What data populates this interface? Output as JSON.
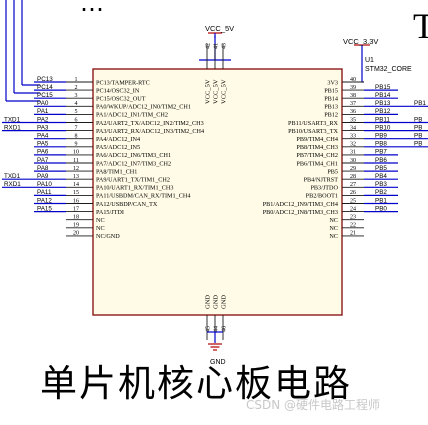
{
  "title_fragment": "…",
  "corner_glyph": "T",
  "caption": "单片机核心板电路",
  "watermark": "CSDN @硬件电路工程师",
  "power": {
    "vcc5": "VCC_5V",
    "vcc33": "VCC_3.3V",
    "gnd": "GND"
  },
  "chip": {
    "designator": "U1",
    "part": "STM32_CORE"
  },
  "left_pins": [
    {
      "num": "1",
      "name": "PC13/TAMPER-RTC",
      "net": "PC13"
    },
    {
      "num": "2",
      "name": "PC14/OSC32_IN",
      "net": "PC14"
    },
    {
      "num": "3",
      "name": "PC15/OSC32_OUT",
      "net": "PC15"
    },
    {
      "num": "4",
      "name": "PA0/WKUP/ADC12_IN0/TIM2_CH1",
      "net": "PA0"
    },
    {
      "num": "5",
      "name": "PA1/ADC12_IN1/TIM_CH2",
      "net": "PA1"
    },
    {
      "num": "6",
      "name": "PA2/UART2_TX/ADC12_IN2/TIM2_CH3",
      "net": "PA2",
      "ext": "TXD1"
    },
    {
      "num": "7",
      "name": "PA3/UART2_RX/ADC12_IN3/TIM2_CH4",
      "net": "PA3",
      "ext": "RXD1"
    },
    {
      "num": "8",
      "name": "PA4/ADC12_IN4",
      "net": "PA4"
    },
    {
      "num": "9",
      "name": "PA5/ADC12_IN5",
      "net": "PA5"
    },
    {
      "num": "10",
      "name": "PA6/ADC12_IN6/TIM3_CH1",
      "net": "PA6"
    },
    {
      "num": "11",
      "name": "PA7/ADC12_IN7/TIM3_CH2",
      "net": "PA7"
    },
    {
      "num": "12",
      "name": "PA8/TIM1_CH1",
      "net": "PA8"
    },
    {
      "num": "13",
      "name": "PA9/UART1_TX/TIM1_CH2",
      "net": "PA9",
      "ext": "TXD1"
    },
    {
      "num": "14",
      "name": "PA10/UART1_RX/TIM1_CH3",
      "net": "PA10",
      "ext": "RXD1"
    },
    {
      "num": "15",
      "name": "PA11/USBDM/CAN_RX/TIM1_CH4",
      "net": "PA11"
    },
    {
      "num": "16",
      "name": "PA12/USBDP/CAN_TX",
      "net": "PA12"
    },
    {
      "num": "17",
      "name": "PA15/JTDI",
      "net": "PA15"
    },
    {
      "num": "18",
      "name": "NC",
      "net": ""
    },
    {
      "num": "19",
      "name": "NC",
      "net": ""
    },
    {
      "num": "20",
      "name": "NC/GND",
      "net": ""
    }
  ],
  "right_pins": [
    {
      "num": "40",
      "name": "3V3",
      "net": ""
    },
    {
      "num": "39",
      "name": "PB15",
      "net": "PB15"
    },
    {
      "num": "38",
      "name": "PB14",
      "net": "PB14"
    },
    {
      "num": "37",
      "name": "PB13",
      "net": "PB13"
    },
    {
      "num": "36",
      "name": "PB12",
      "net": "PB12"
    },
    {
      "num": "35",
      "name": "PB11/USART3_RX",
      "net": "PB11"
    },
    {
      "num": "34",
      "name": "PB10/USART3_TX",
      "net": "PB10"
    },
    {
      "num": "33",
      "name": "PB9/TIM4_CH4",
      "net": "PB9"
    },
    {
      "num": "32",
      "name": "PB8/TIM4_CH3",
      "net": "PB8"
    },
    {
      "num": "31",
      "name": "PB7/TIM4_CH2",
      "net": "PB7"
    },
    {
      "num": "30",
      "name": "PB6/TIM4_CH1",
      "net": "PB6"
    },
    {
      "num": "29",
      "name": "PB5",
      "net": "PB5"
    },
    {
      "num": "28",
      "name": "PB4/NJTRST",
      "net": "PB4"
    },
    {
      "num": "27",
      "name": "PB3/JTDO",
      "net": "PB3"
    },
    {
      "num": "26",
      "name": "PB2/BOOT1",
      "net": "PB2"
    },
    {
      "num": "25",
      "name": "PB1/ADC12_IN9/TIM3_CH4",
      "net": "PB1"
    },
    {
      "num": "24",
      "name": "PB0/ADC12_IN8/TIM3_CH3",
      "net": "PB0"
    },
    {
      "num": "23",
      "name": "NC",
      "net": ""
    },
    {
      "num": "22",
      "name": "NC",
      "net": ""
    },
    {
      "num": "21",
      "name": "NC",
      "net": ""
    }
  ],
  "top_pins": [
    {
      "num": "42",
      "name": "VCC_5V"
    },
    {
      "num": "41",
      "name": "VCC_5V"
    },
    {
      "num": "43",
      "name": "VCC_5V"
    }
  ],
  "bottom_pins": [
    {
      "num": "45",
      "name": "GND"
    },
    {
      "num": "44",
      "name": "GND"
    },
    {
      "num": "46",
      "name": "GND"
    }
  ],
  "far_right_labels": [
    "PB1",
    "PB",
    "PB",
    "PB",
    "PB"
  ]
}
